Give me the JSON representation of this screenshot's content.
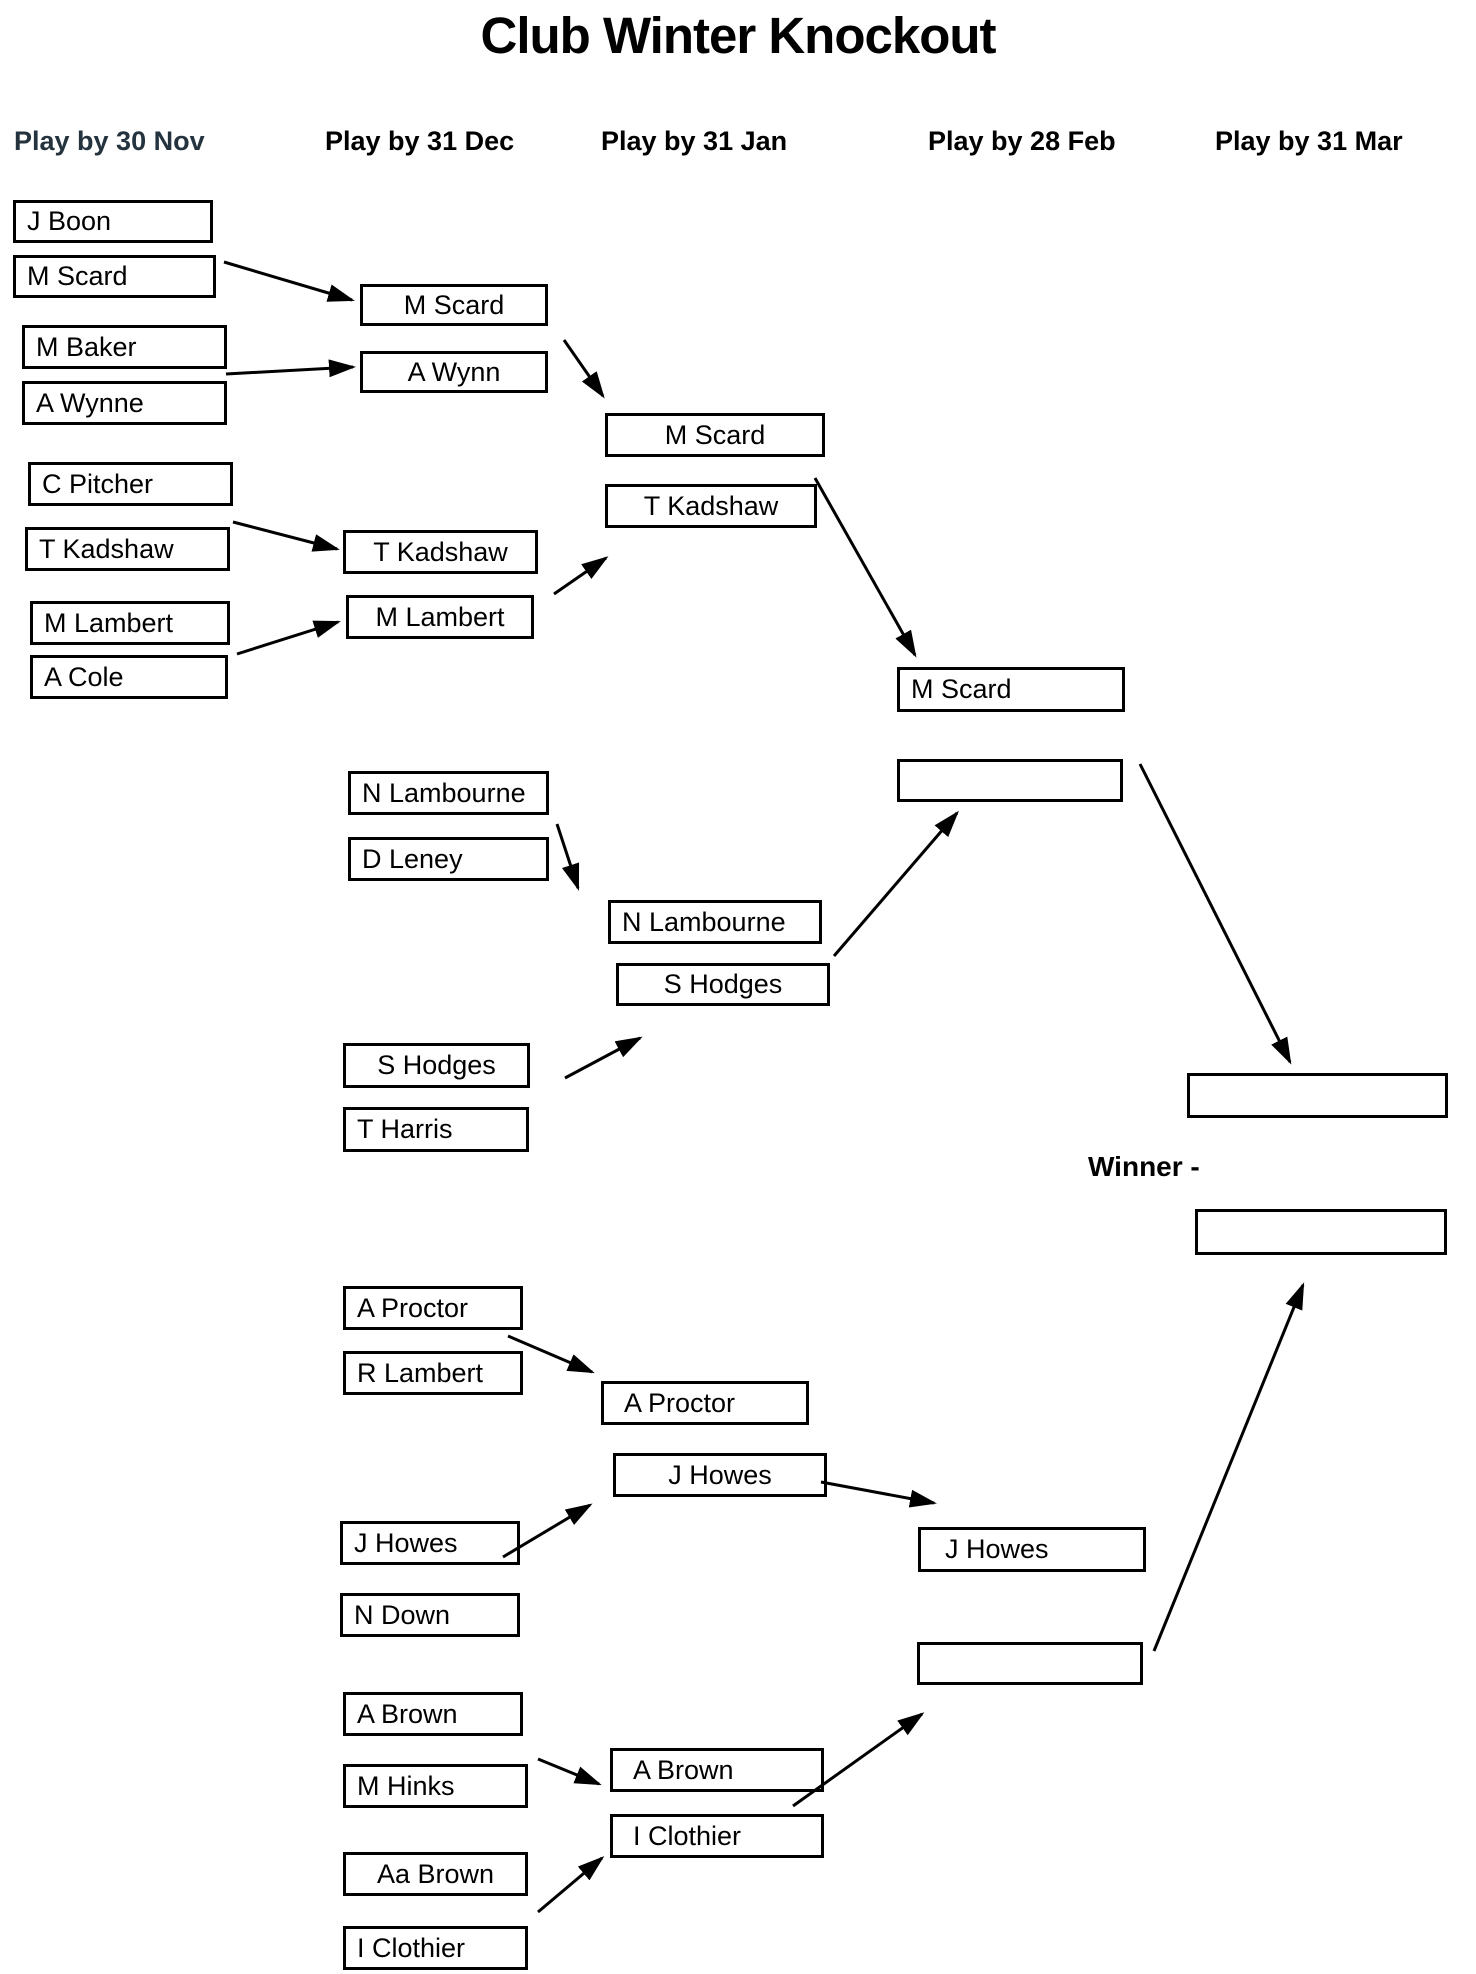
{
  "title": "Club Winter Knockout",
  "winner_label": "Winner -",
  "colors": {
    "background": "#ffffff",
    "text": "#000000",
    "line": "#000000",
    "box_border": "#000000",
    "first_header": "#24333e"
  },
  "columns": [
    {
      "header": "Play by 30 Nov"
    },
    {
      "header": "Play by 31 Dec"
    },
    {
      "header": "Play by 31 Jan"
    },
    {
      "header": "Play by 28 Feb"
    },
    {
      "header": "Play by 31 Mar"
    }
  ],
  "bracket": {
    "round1": [
      "J Boon",
      "M Scard",
      "M Baker",
      "A Wynne",
      "C Pitcher",
      "T Kadshaw",
      "M Lambert",
      "A Cole"
    ],
    "round2": [
      "M Scard",
      "A Wynn",
      "T Kadshaw",
      "M Lambert",
      "N Lambourne",
      "D Leney",
      "S Hodges",
      "T Harris",
      "A Proctor",
      "R Lambert",
      "J Howes",
      "N Down",
      "A Brown",
      "M Hinks",
      "Aa Brown",
      "I Clothier"
    ],
    "round3": [
      "M Scard",
      "T Kadshaw",
      "N Lambourne",
      "S Hodges",
      "A Proctor",
      "J Howes",
      "A Brown",
      "I Clothier"
    ],
    "round4": [
      "M Scard",
      "",
      "J Howes",
      ""
    ],
    "final": [
      "",
      ""
    ]
  }
}
